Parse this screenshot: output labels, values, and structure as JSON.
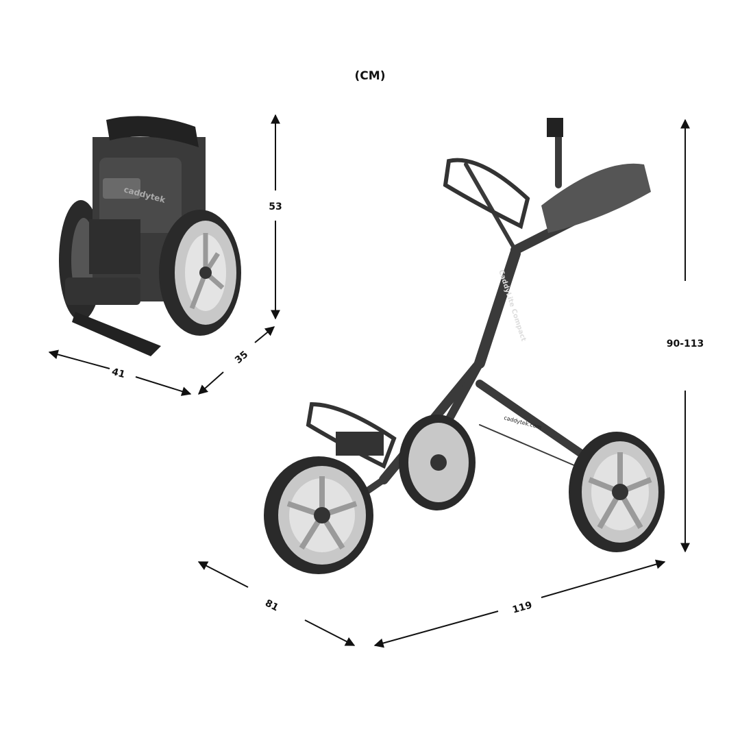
{
  "unit_label": "(CM)",
  "folded": {
    "height": "53",
    "width": "41",
    "depth": "35"
  },
  "open": {
    "height": "90-113",
    "depth": "81",
    "length": "119"
  },
  "branding": {
    "model": "CaddyLite Compact",
    "site": "caddytek.com",
    "logo": "caddytek"
  },
  "colors": {
    "frame": "#3a3a3a",
    "tire": "#2a2a2a",
    "rim": "#c8c8c8",
    "text": "#111111"
  }
}
